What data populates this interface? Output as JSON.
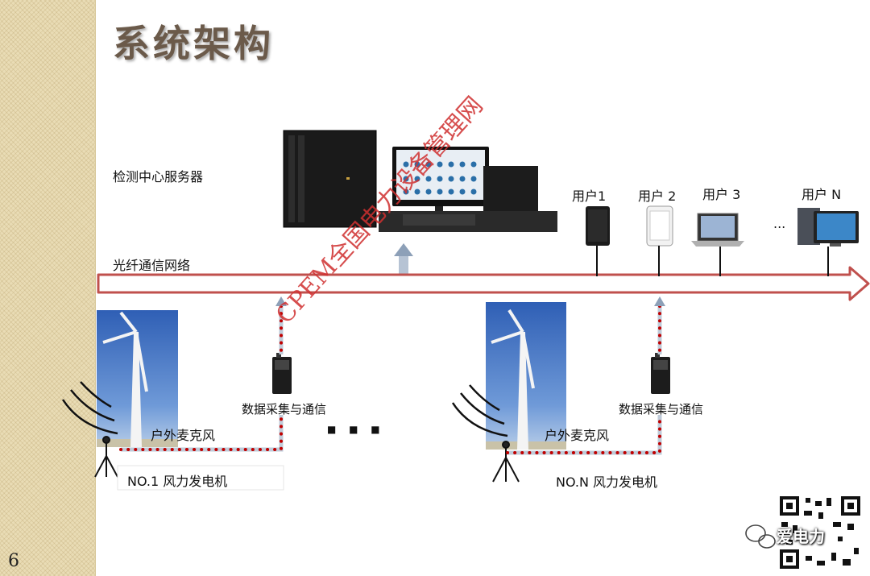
{
  "page_number": "6",
  "title": "系统架构",
  "labels": {
    "server": "检测中心服务器",
    "network": "光纤通信网络",
    "user1": "用户1",
    "user2": "用户 2",
    "user3": "用户 3",
    "userN": "用户 N",
    "users_dots": "...",
    "acq1": "数据采集与通信",
    "acq2": "数据采集与通信",
    "mic1": "户外麦克风",
    "mic2": "户外麦克风",
    "turbine1": "NO.1 风力发电机",
    "turbineN": "NO.N 风力发电机",
    "middle_dots": "■ ■ ■"
  },
  "watermark": "CPEM全国电力设备管理网",
  "logo_text": "爱电力",
  "colors": {
    "title": "#6b5a4a",
    "bus_stroke": "#c0504d",
    "dot": "#c00000",
    "up_arrow": "#8da0b8",
    "watermark": "#d03030"
  },
  "icons": {
    "server": "server-computer-icon",
    "phone": "phone-icon",
    "laptop": "laptop-icon",
    "desktop": "desktop-pc-icon",
    "turbine": "wind-turbine-icon",
    "mic": "microphone-tripod-icon",
    "acq": "data-acquisition-device-icon",
    "qr": "qr-code-icon",
    "wechat": "wechat-icon"
  }
}
